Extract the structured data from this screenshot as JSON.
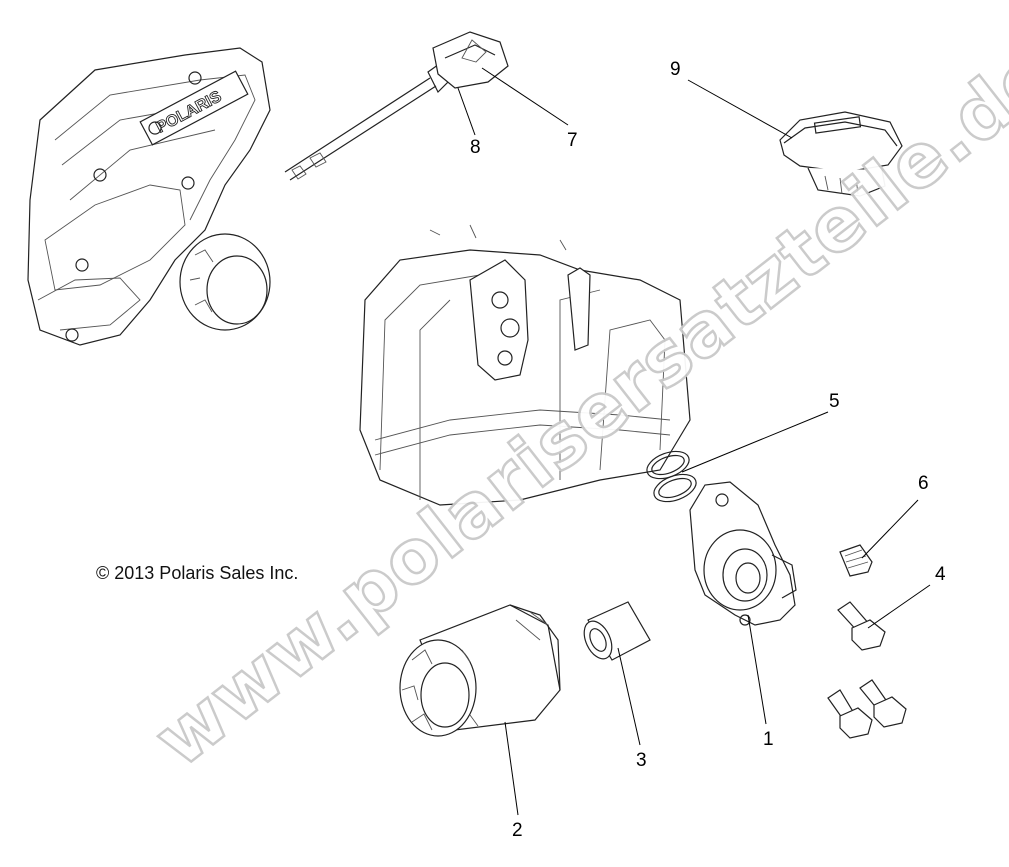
{
  "copyright": "© 2013 Polaris Sales Inc.",
  "watermark": "www.polarisersatzteile.de",
  "engraving": "POLARIS",
  "callouts": {
    "c1": "1",
    "c2": "2",
    "c3": "3",
    "c4": "4",
    "c5": "5",
    "c6": "6",
    "c7": "7",
    "c8": "8",
    "c9": "9"
  }
}
